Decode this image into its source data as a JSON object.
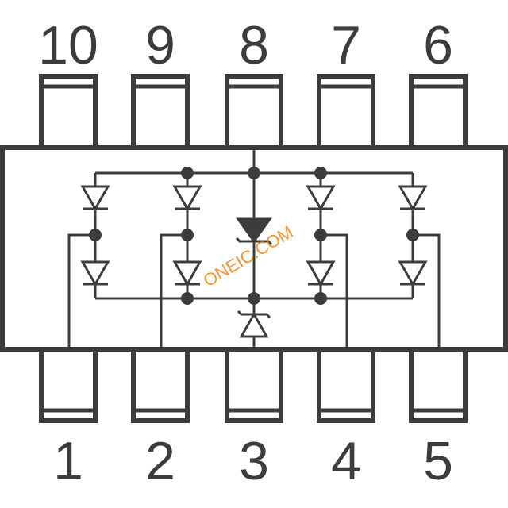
{
  "pins": {
    "top": [
      "10",
      "9",
      "8",
      "7",
      "6"
    ],
    "bottom": [
      "1",
      "2",
      "3",
      "4",
      "5"
    ]
  },
  "watermark": "ONEIC.COM",
  "colors": {
    "ink": "#3c3c3c",
    "watermark": "#f08a1e",
    "background": "#ffffff"
  }
}
